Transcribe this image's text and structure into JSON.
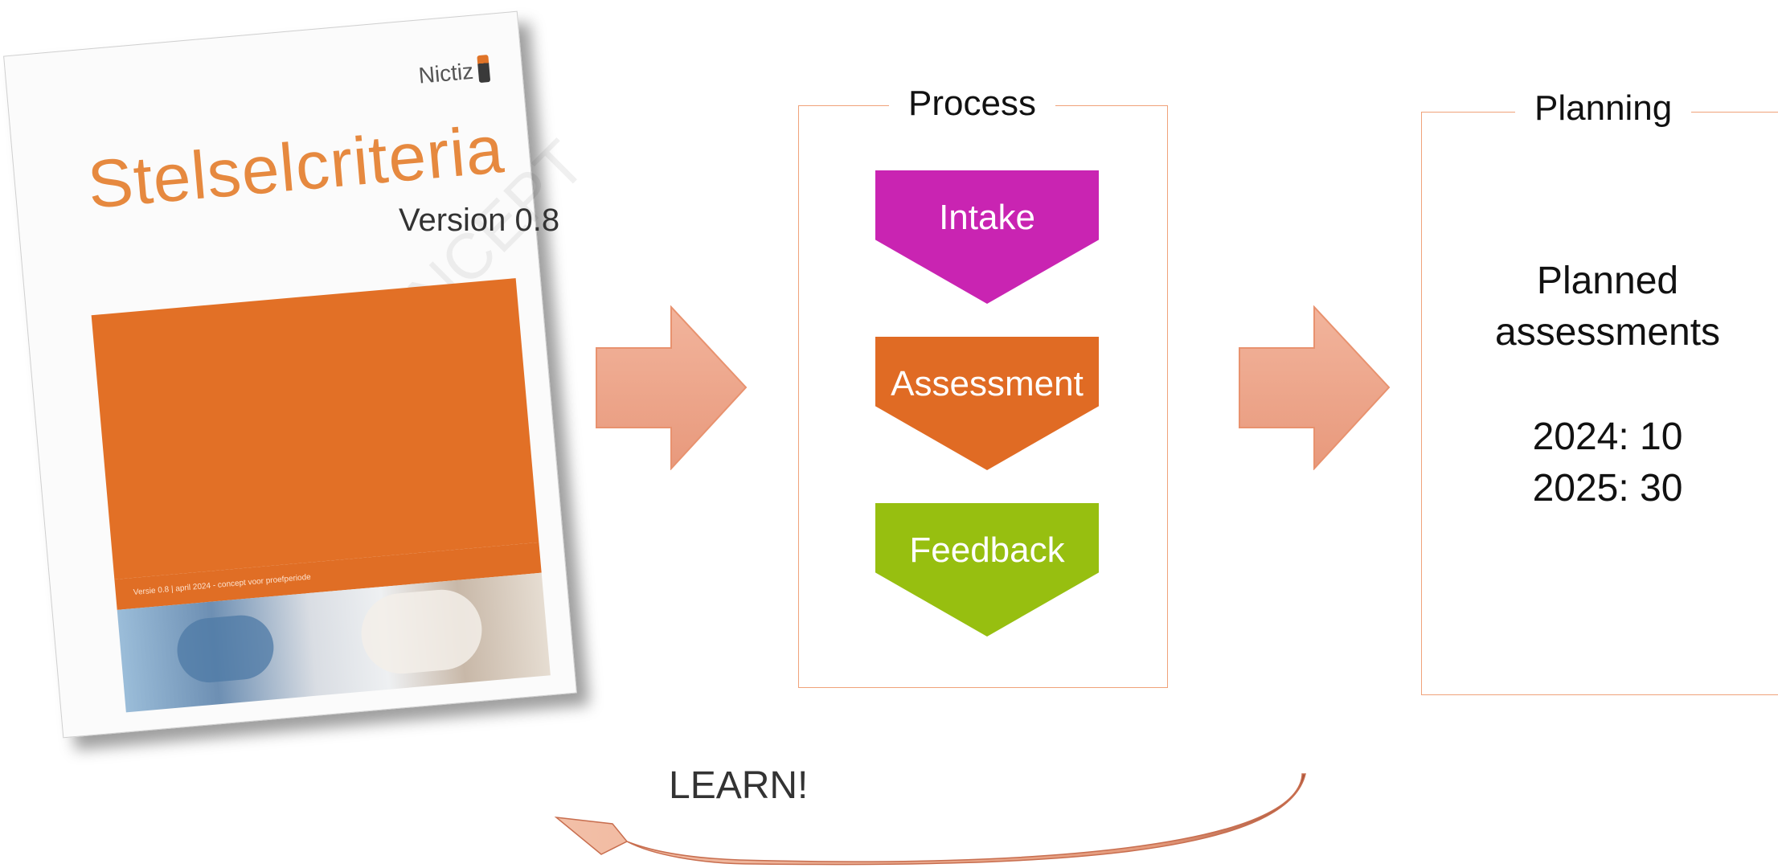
{
  "document": {
    "logo": "Nictiz",
    "title": "Stelselcriteria",
    "strip_text": "Versie 0.8 | april 2024 - concept voor proefperiode",
    "watermark": "CONCEPT",
    "version_label": "Version 0.8"
  },
  "process": {
    "title": "Process",
    "steps": [
      {
        "label": "Intake",
        "color": "#c924b2"
      },
      {
        "label": "Assessment",
        "color": "#e06b24"
      },
      {
        "label": "Feedback",
        "color": "#97bf10"
      }
    ]
  },
  "planning": {
    "title": "Planning",
    "heading_line1": "Planned",
    "heading_line2": "assessments",
    "years": [
      "2024: 10",
      "2025: 30"
    ]
  },
  "feedback_loop": {
    "label": "LEARN!"
  },
  "colors": {
    "accent_orange": "#e27026",
    "arrow_fill": "#eba48a",
    "frame_border": "#f0a27a"
  }
}
